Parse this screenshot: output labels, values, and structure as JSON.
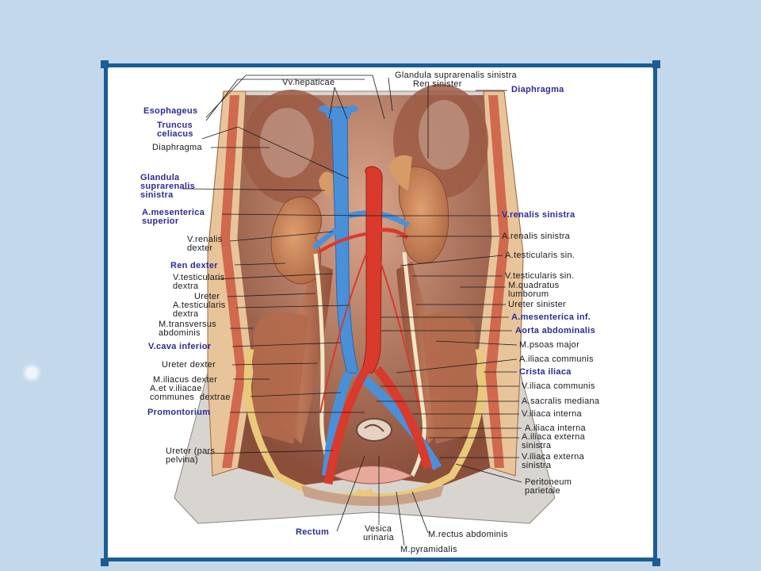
{
  "colors": {
    "background": "#c4d8ec",
    "frame": "#1b5d93",
    "vein": "#4a90d9",
    "artery": "#d93a2b",
    "muscle": "#b5684a",
    "label_bold": "#2b2b9a"
  },
  "labels": {
    "vv_hepaticae": "Vv.hepaticae",
    "glandula_suprarenalis_sinistra_top": "Glandula suprarenalis sinistra",
    "ren_sinister": "Ren sinister",
    "diaphragma_right": "Diaphragma",
    "esophageus": "Esophageus",
    "truncus": "Truncus",
    "celiacus": "celiacus",
    "diaphragma_left": "Diaphragma",
    "glandula": "Glandula",
    "suprarenalis": "suprarenalis",
    "sinistra": "sinistra",
    "a_mesenterica": "A.mesenterica",
    "superior": "superior",
    "v_renalis": "V.renalis",
    "dexter": "dexter",
    "ren_dexter": "Ren dexter",
    "v_testicularis_l": "V.testicularis",
    "dextra_1": "dextra",
    "ureter": "Ureter",
    "a_testicularis_l": "A.testicularis",
    "dextra_2": "dextra",
    "m_transversus": "M.transversus",
    "abdominis": "abdominis",
    "v_cava_inferior": "V.cava inferior",
    "ureter_dexter": "Ureter dexter",
    "m_iliacus_dexter": "M.iliacus dexter",
    "a_et_v_iliacae": "A.et v.iliacae",
    "communes_dextrae": "communes  dextrae",
    "promontorium": "Promontorium",
    "ureter_pars": "Ureter (pars",
    "pelvina": "pelvina)",
    "rectum": "Rectum",
    "vesica": "Vesica",
    "urinaria": "urinaria",
    "m_pyramidalis": "M.pyramidalis",
    "m_rectus_abdominis": "M.rectus abdominis",
    "v_renalis_sinistra": "V.renalis sinistra",
    "a_renalis_sinistra": "A.renalis sinistra",
    "a_testicularis_sin": "A.testicularis sin.",
    "v_testicularis_sin": "V.testicularis sin.",
    "m_quadratus": "M.quadratus",
    "lumborum": "lumborum",
    "ureter_sinister": "Ureter sinister",
    "a_mesenterica_inf": "A.mesenterica inf.",
    "aorta_abdominalis": "Aorta abdominalis",
    "m_psoas_major": "M.psoas major",
    "a_iliaca_communis": "A.iliaca communis",
    "crista_iliaca": "Crista iliaca",
    "v_iliaca_communis": "V.iliaca communis",
    "a_sacralis_mediana": "A.sacralis mediana",
    "v_iliaca_interna": "V.iliaca interna",
    "a_iliaca_interna": "A.iliaca interna",
    "a_iliaca_externa": "A.iliaca externa",
    "sinistra_ae": "sinistra",
    "v_iliaca_externa": "V.iliaca externa",
    "sinistra_ve": "sinistra",
    "peritoneum": "Peritoneum",
    "parietale": "parietale"
  }
}
